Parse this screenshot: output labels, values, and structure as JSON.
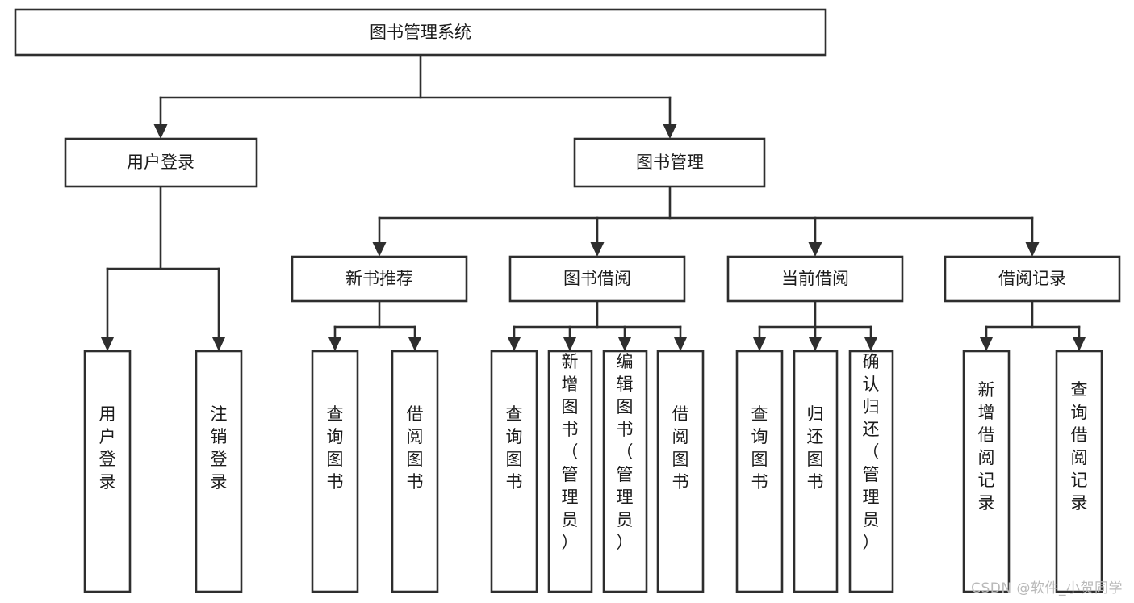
{
  "diagram": {
    "title": "图书管理系统",
    "type": "tree-hierarchy-chart",
    "orientation": "top-down",
    "colors": {
      "box_fill": "#ffffff",
      "box_stroke": "#2e2e2e",
      "text": "#1b1b1b",
      "background": "#ffffff",
      "watermark": "#b9b9b9"
    },
    "root": {
      "id": "root",
      "label": "图书管理系统",
      "level": 1
    },
    "level2": [
      {
        "id": "user-login",
        "label": "用户登录",
        "level": 2
      },
      {
        "id": "book-manage",
        "label": "图书管理",
        "level": 2
      }
    ],
    "level3": [
      {
        "id": "new-book-recommend",
        "label": "新书推荐",
        "level": 3,
        "parent": "book-manage"
      },
      {
        "id": "book-borrow",
        "label": "图书借阅",
        "level": 3,
        "parent": "book-manage"
      },
      {
        "id": "current-borrow",
        "label": "当前借阅",
        "level": 3,
        "parent": "book-manage"
      },
      {
        "id": "borrow-record",
        "label": "借阅记录",
        "level": 3,
        "parent": "book-manage"
      }
    ],
    "leaves": [
      {
        "id": "leaf-user-login",
        "label": "用户登录",
        "parent": "user-login"
      },
      {
        "id": "leaf-user-logout",
        "label": "注销登录",
        "parent": "user-login"
      },
      {
        "id": "leaf-query-book-1",
        "label": "查询图书",
        "parent": "new-book-recommend"
      },
      {
        "id": "leaf-borrow-book-1",
        "label": "借阅图书",
        "parent": "new-book-recommend"
      },
      {
        "id": "leaf-query-book-2",
        "label": "查询图书",
        "parent": "book-borrow"
      },
      {
        "id": "leaf-add-book",
        "label": "新增图书（管理员）",
        "parent": "book-borrow"
      },
      {
        "id": "leaf-edit-book",
        "label": "编辑图书（管理员）",
        "parent": "book-borrow"
      },
      {
        "id": "leaf-borrow-book-2",
        "label": "借阅图书",
        "parent": "book-borrow"
      },
      {
        "id": "leaf-query-book-3",
        "label": "查询图书",
        "parent": "current-borrow"
      },
      {
        "id": "leaf-return-book",
        "label": "归还图书",
        "parent": "current-borrow"
      },
      {
        "id": "leaf-confirm-return",
        "label": "确认归还（管理员）",
        "parent": "current-borrow"
      },
      {
        "id": "leaf-add-record",
        "label": "新增借阅记录",
        "parent": "borrow-record"
      },
      {
        "id": "leaf-query-record",
        "label": "查询借阅记录",
        "parent": "borrow-record"
      }
    ]
  },
  "watermark": {
    "text": "CSDN @软件_小贺同学"
  }
}
